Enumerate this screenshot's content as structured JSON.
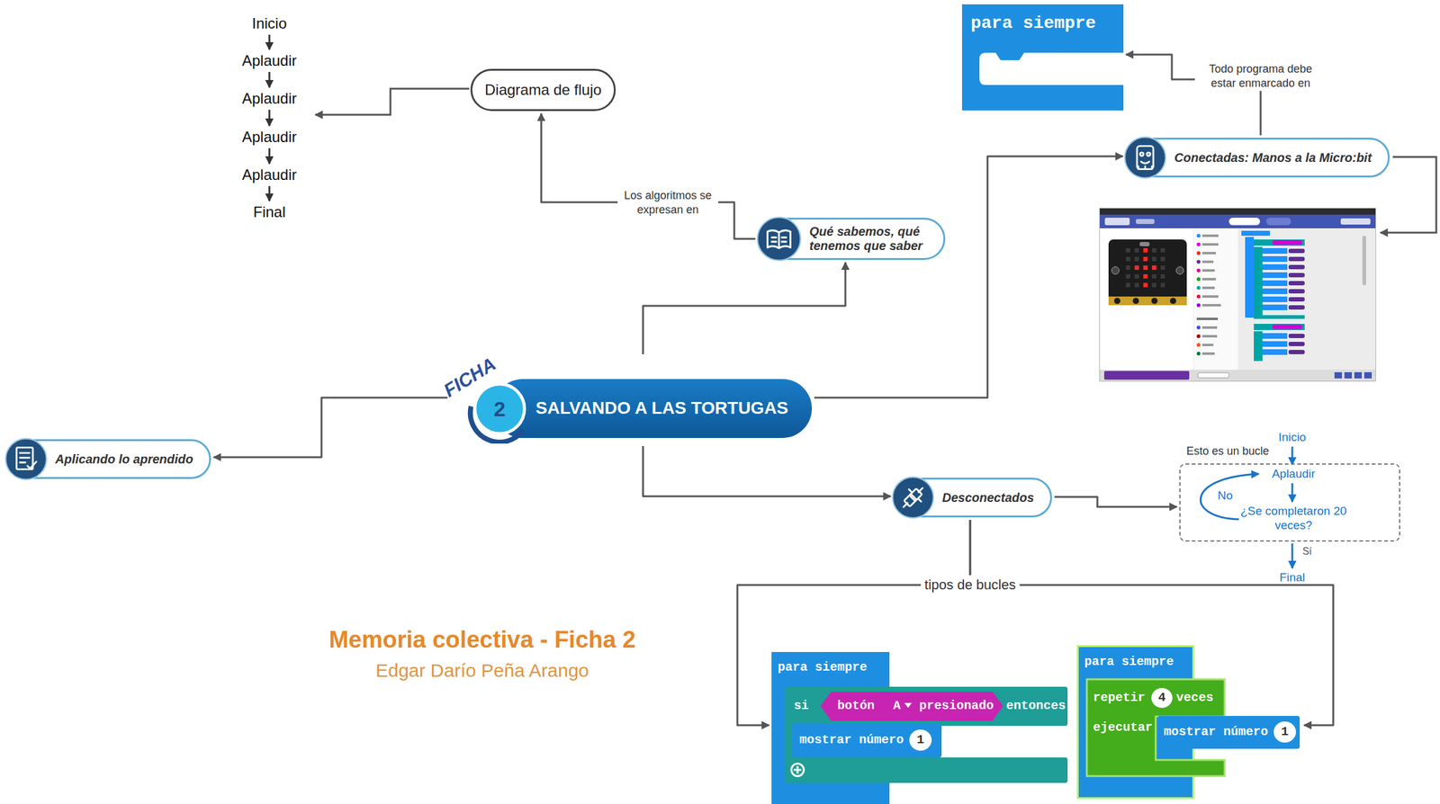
{
  "diagram": {
    "title": "Memoria colectiva - Ficha 2",
    "caption": "Edgar Darío Peña Arango",
    "nodes": [
      {
        "text": [
          "FICHA",
          "2",
          "SALVANDO A LAS TORTUGAS"
        ]
      },
      {
        "text": [
          "Qué sabemos, qué tenemos que saber"
        ]
      },
      {
        "text": [
          "Diagrama de flujo"
        ]
      },
      {
        "text": [
          "Conectadas: Manos a la Micro:bit"
        ]
      },
      {
        "text": [
          "para siempre"
        ]
      },
      {
        "text": [
          "Desconectados"
        ]
      },
      {
        "text": [
          "Aplaudir",
          "¿Se completaron 20 veces?"
        ]
      },
      {
        "text": [
          "Aplicando lo aprendido"
        ]
      },
      {
        "text": [
          "para siempre",
          "si",
          "botón",
          "A",
          "presionado",
          "entonces",
          "mostrar número",
          "1"
        ]
      },
      {
        "text": [
          "para siempre",
          "repetir",
          "4",
          "veces",
          "ejecutar",
          "mostrar número",
          "1"
        ]
      }
    ],
    "edges": [
      {
        "from": 0,
        "to": 1,
        "arrow": "to"
      },
      {
        "from": 1,
        "to": 2,
        "label": "Los algoritmos se expresan en",
        "arrow": "to"
      },
      {
        "from": 0,
        "to": 3,
        "arrow": "to"
      },
      {
        "from": 3,
        "to": 4,
        "label": "Todo programa debe estar enmarcado en",
        "arrow": "to"
      },
      {
        "from": 0,
        "to": 5,
        "arrow": "to"
      },
      {
        "from": 5,
        "to": 6,
        "arrow": "to"
      },
      {
        "from": 5,
        "to": 8,
        "label": "tipos de bucles",
        "arrow": "to"
      },
      {
        "from": 5,
        "to": 9,
        "arrow": "to"
      },
      {
        "from": 0,
        "to": 7,
        "arrow": "to"
      }
    ],
    "labels": [
      "Inicio",
      "Aplaudir",
      "Aplaudir",
      "Aplaudir",
      "Aplaudir",
      "Final",
      "Esto es un bucle",
      "Inicio",
      "No",
      "Sí",
      "Final"
    ]
  }
}
